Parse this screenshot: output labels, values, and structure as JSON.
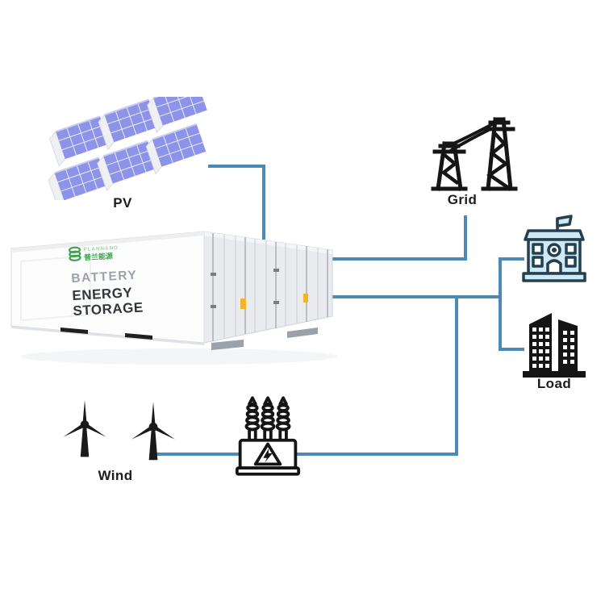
{
  "labels": {
    "pv": "PV",
    "grid": "Grid",
    "wind": "Wind",
    "load": "Load"
  },
  "bess": {
    "brand_latin": "PLANNANO",
    "brand_cjk": "普兰能源",
    "product_light": "BATTERY",
    "product_bold_line1": "ENERGY",
    "product_bold_line2": "STORAGE"
  },
  "icons": {
    "pv": "solar-panel-array-icon",
    "grid": "transmission-towers-icon",
    "bess": "storage-container-graphic",
    "school": "school-building-icon",
    "load": "city-buildings-icon",
    "wind": "wind-turbine-icon",
    "transformer": "transformer-icon"
  },
  "colors": {
    "connection_line": "#4a8ab5",
    "solar_panel_blue": "#8d93e8",
    "icon_black": "#161616",
    "school_outline": "#24404e",
    "school_fill": "#cfeaf6",
    "brand_green": "#3aa54a",
    "sticker_yellow": "#f0b42c"
  },
  "connections": [
    {
      "from": "pv",
      "to": "bess"
    },
    {
      "from": "grid",
      "to": "bess"
    },
    {
      "from": "bess",
      "to": "school"
    },
    {
      "from": "bess",
      "to": "load"
    },
    {
      "from": "wind",
      "to": "bess",
      "via": "transformer"
    }
  ]
}
